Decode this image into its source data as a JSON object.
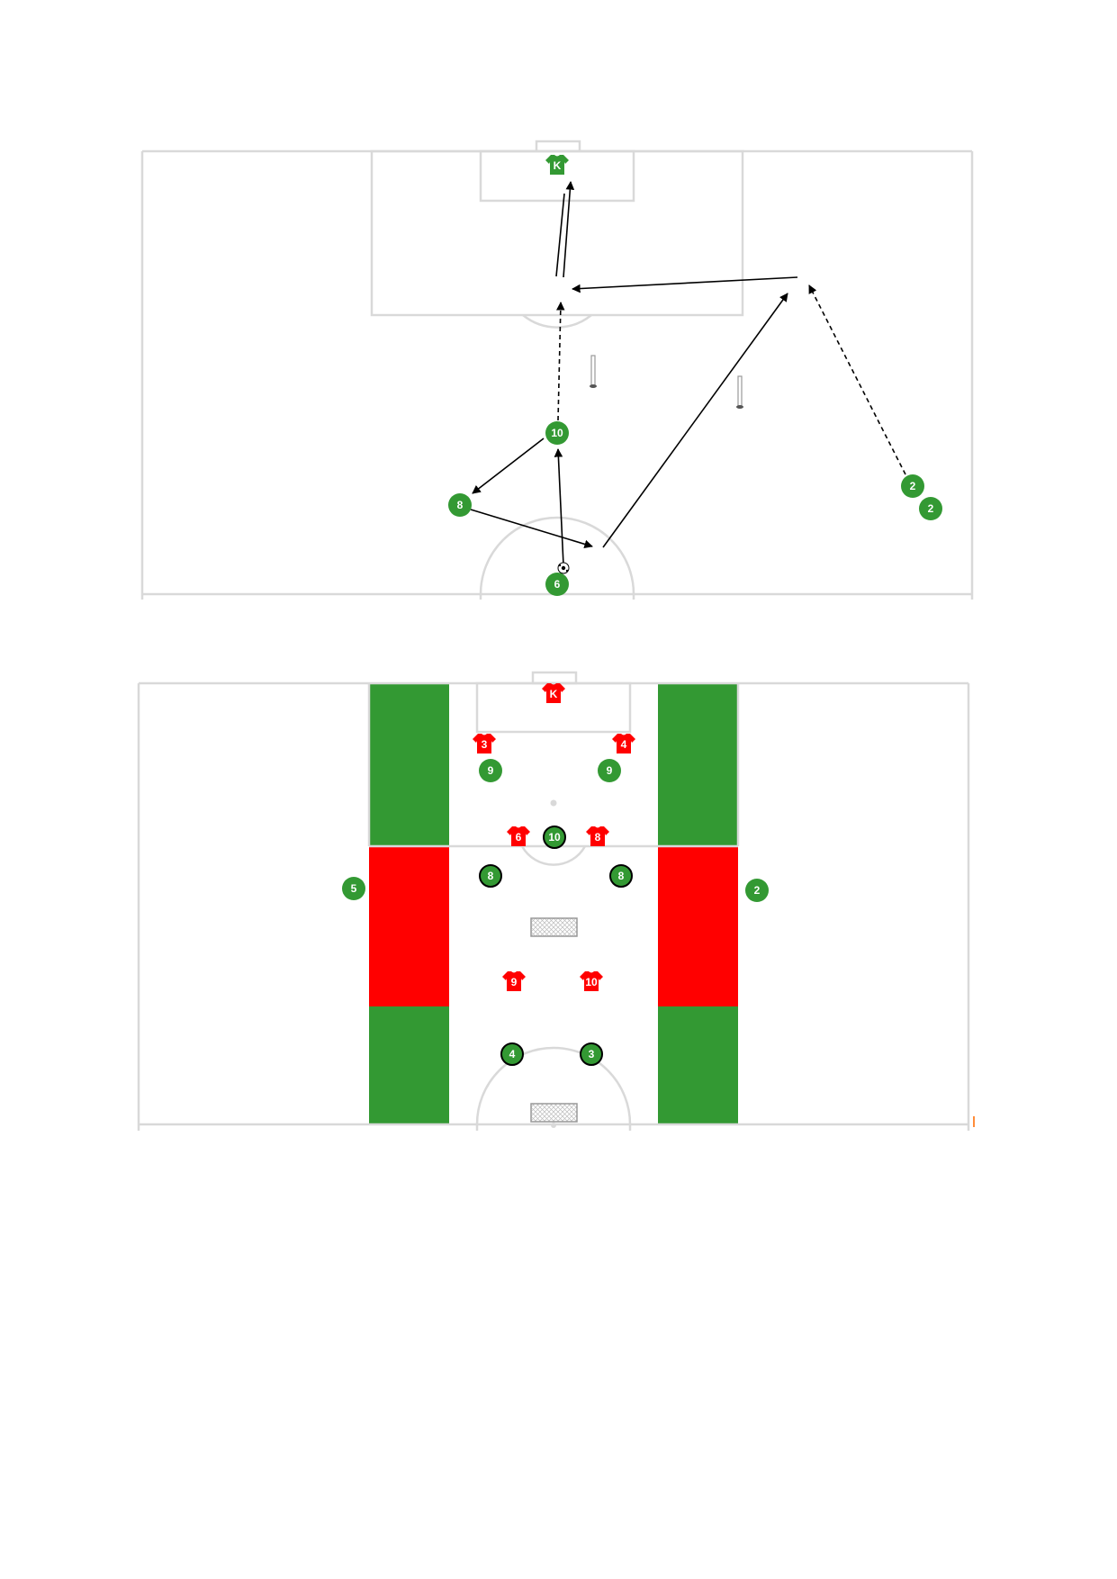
{
  "colors": {
    "pitch_line": "#d9d9d9",
    "team_green": "#339933",
    "team_red": "#ff0000",
    "zone_green": "#339933",
    "zone_red": "#ff0000",
    "arrow": "#000000",
    "pole": "#cccccc"
  },
  "diagram1": {
    "goalkeeper_label": "K",
    "players": {
      "p10": "10",
      "p8": "8",
      "p6": "6",
      "p2a": "2",
      "p2b": "2"
    },
    "icons": [
      "ball-icon",
      "pole-icon",
      "shirt-icon"
    ]
  },
  "diagram2": {
    "red_shirts": {
      "k": "K",
      "r3": "3",
      "r4": "4",
      "r6": "6",
      "r8": "8",
      "r9": "9",
      "r10": "10"
    },
    "green_players": {
      "g9a": "9",
      "g9b": "9",
      "g10": "10",
      "g8a": "8",
      "g8b": "8",
      "g5": "5",
      "g2": "2",
      "g4": "4",
      "g3": "3"
    },
    "icons": [
      "mini-goal-icon",
      "shirt-icon"
    ]
  }
}
